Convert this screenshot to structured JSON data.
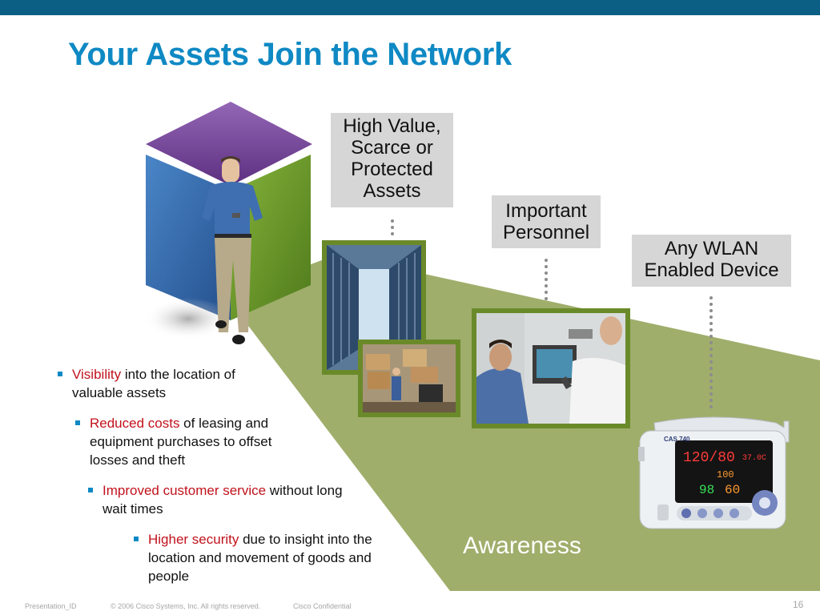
{
  "slide": {
    "title": "Your Assets Join the Network",
    "page_number": "16"
  },
  "labels": {
    "high_value": "High Value, Scarce or Protected Assets",
    "personnel": "Important Personnel",
    "wlan_device": "Any WLAN Enabled Device",
    "awareness": "Awareness"
  },
  "bullets": [
    {
      "highlight": "Visibility",
      "text": " into the location of valuable assets"
    },
    {
      "highlight": "Reduced costs",
      "text": " of leasing and equipment purchases to offset losses and theft"
    },
    {
      "highlight": "Improved customer service",
      "text": " without long wait times"
    },
    {
      "highlight": "Higher security",
      "text": " due to insight into the location and movement of goods and people"
    }
  ],
  "footer": {
    "presentation_id": "Presentation_ID",
    "copyright": "© 2006 Cisco Systems, Inc. All rights reserved.",
    "confidential": "Cisco Confidential"
  },
  "monitor": {
    "brand": "CAS 740",
    "bp": "120/80",
    "temp": "37.0C",
    "pulse": "100",
    "spo2": "98",
    "resp": "60"
  },
  "colors": {
    "title": "#0f89c4",
    "top_bar": "#0b5f85",
    "highlight": "#c1121c",
    "green_band": "#9fae6b",
    "frame": "#6a8a2a",
    "cube_top": "#7b4a9a",
    "cube_left": "#3a68a8",
    "cube_right": "#6d9a2a"
  }
}
